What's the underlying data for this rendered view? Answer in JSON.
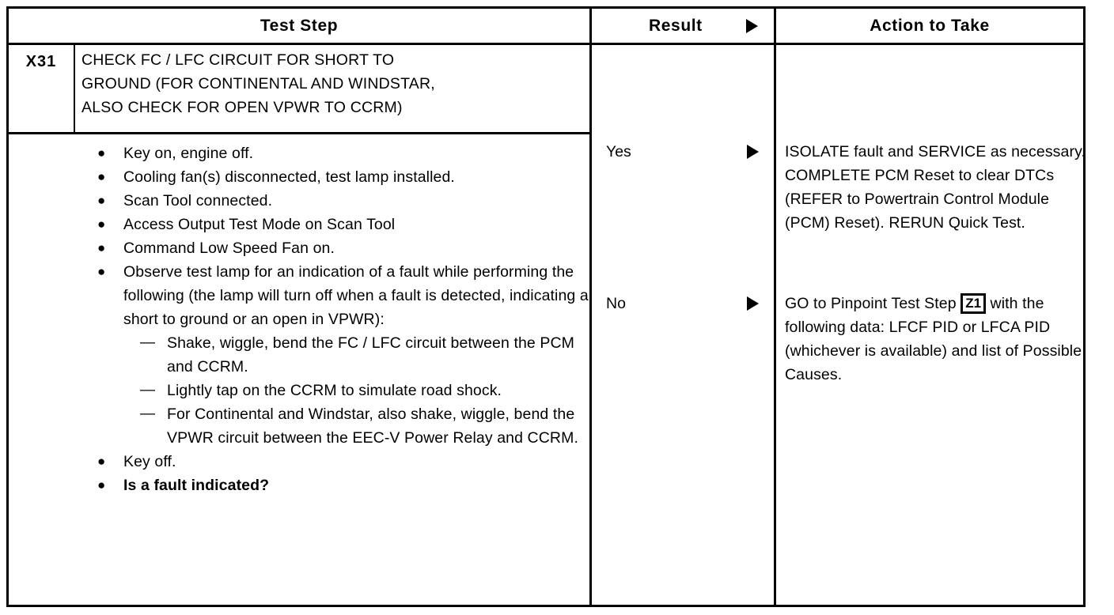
{
  "table": {
    "headers": {
      "test_step": "Test Step",
      "result": "Result",
      "action": "Action to Take",
      "result_marker": "right-triangle-icon"
    },
    "step": {
      "number": "X31",
      "title": "CHECK FC / LFC CIRCUIT FOR SHORT TO GROUND (FOR CONTINENTAL AND WINDSTAR, ALSO CHECK FOR OPEN VPWR TO CCRM)",
      "title_lines": [
        "CHECK FC / LFC CIRCUIT FOR SHORT TO",
        "GROUND (FOR CONTINENTAL AND WINDSTAR,",
        "ALSO CHECK FOR OPEN VPWR TO CCRM)"
      ]
    },
    "procedure": [
      {
        "marker": "bullet",
        "text": "Key on, engine off.",
        "bold": false
      },
      {
        "marker": "bullet",
        "text": "Cooling fan(s) disconnected, test lamp installed.",
        "bold": false
      },
      {
        "marker": "bullet",
        "text": "Scan Tool connected.",
        "bold": false
      },
      {
        "marker": "bullet",
        "text": "Access Output Test Mode on Scan Tool",
        "bold": false
      },
      {
        "marker": "bullet",
        "text": "Command Low Speed Fan on.",
        "bold": false
      },
      {
        "marker": "bullet",
        "text": "Observe test lamp for an indication of a fault while performing the following (the lamp will turn off when a fault is detected, indicating a short to ground or an open in VPWR):",
        "bold": false
      },
      {
        "marker": "dash",
        "text": "Shake, wiggle, bend the FC / LFC circuit between the PCM and CCRM.",
        "bold": false
      },
      {
        "marker": "dash",
        "text": "Lightly tap on the CCRM to simulate road shock.",
        "bold": false
      },
      {
        "marker": "dash",
        "text": "For Continental and Windstar, also shake, wiggle, bend the VPWR circuit between the EEC-V Power Relay and CCRM.",
        "bold": false
      },
      {
        "marker": "bullet",
        "text": "Key off.",
        "bold": false
      },
      {
        "marker": "bullet",
        "text": "Is a fault indicated?",
        "bold": true
      }
    ],
    "rows": [
      {
        "result": "Yes",
        "marker": "right-triangle-icon",
        "action_pre": "ISOLATE fault and SERVICE as necessary. COMPLETE PCM Reset to clear DTCs (REFER to Powertrain Control Module (PCM) Reset). RERUN Quick Test.",
        "action_ref": "",
        "action_post": ""
      },
      {
        "result": "No",
        "marker": "right-triangle-icon",
        "action_pre": "GO to Pinpoint Test Step ",
        "action_ref": "Z1",
        "action_post": " with the following data: LFCF PID or LFCA PID (whichever is available) and list of Possible Causes."
      }
    ]
  },
  "colors": {
    "ink": "#000000",
    "paper": "#ffffff"
  }
}
